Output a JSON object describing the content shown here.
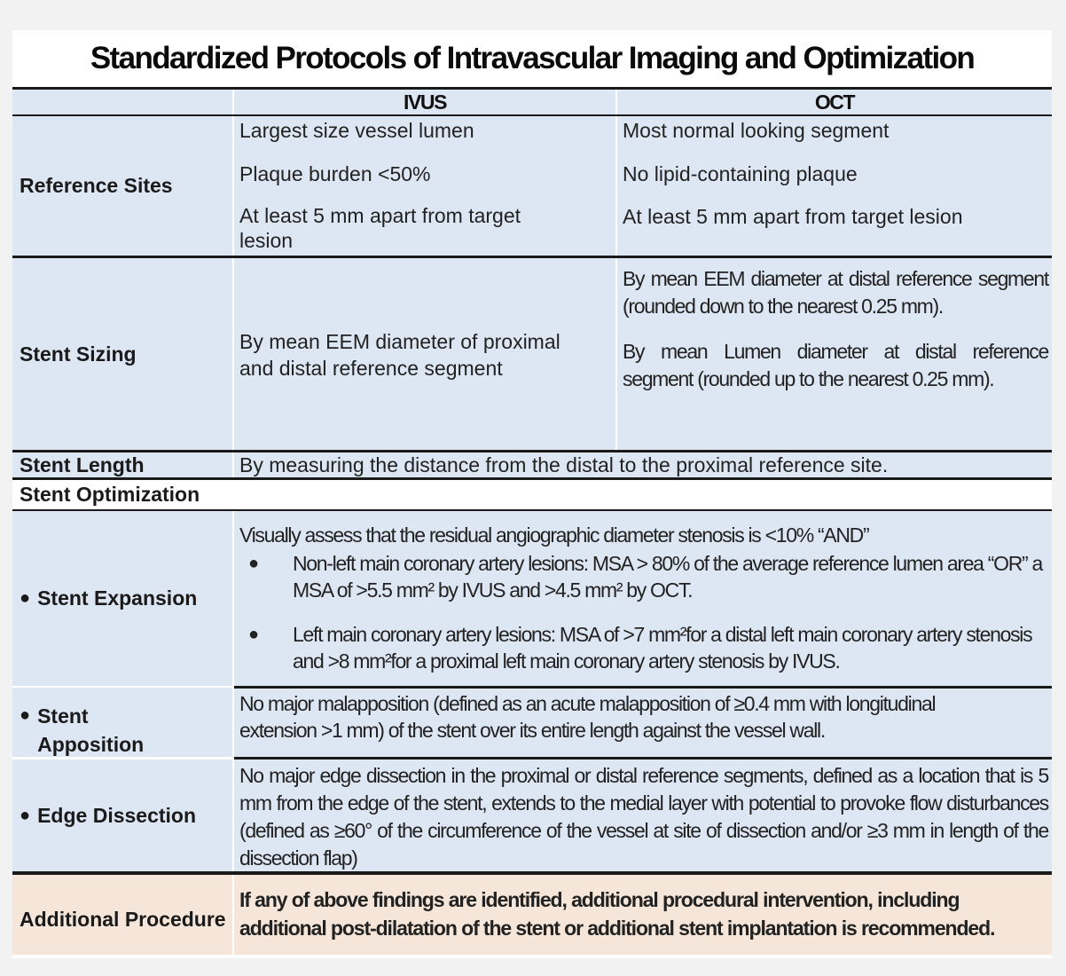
{
  "title": "Standardized Protocols of Intravascular Imaging and Optimization",
  "columns": {
    "ivus": "IVUS",
    "oct": "OCT"
  },
  "reference_sites": {
    "label": "Reference Sites",
    "ivus": [
      "Largest size vessel lumen",
      "Plaque burden <50%",
      "At least 5 mm apart from target lesion"
    ],
    "oct": [
      "Most normal looking segment",
      "No lipid-containing plaque",
      "At least 5 mm apart from target lesion"
    ]
  },
  "stent_sizing": {
    "label": "Stent Sizing",
    "ivus": "By mean EEM diameter of proximal and distal reference segment",
    "oct": [
      "By mean EEM diameter at distal reference segment (rounded down to the nearest 0.25 mm).",
      "By mean Lumen diameter at distal reference segment (rounded up to the nearest 0.25 mm)."
    ]
  },
  "stent_length": {
    "label": "Stent Length",
    "text": "By measuring the distance from the distal to the proximal reference site."
  },
  "stent_optimization": {
    "label": "Stent Optimization"
  },
  "stent_expansion": {
    "label": "Stent Expansion",
    "intro": "Visually assess that the residual angiographic diameter stenosis is <10% “AND”",
    "items": [
      "Non-left main coronary artery lesions: MSA > 80% of the average reference lumen area “OR” a MSA of >5.5 mm² by IVUS and >4.5 mm² by OCT.",
      "Left main coronary artery lesions: MSA of >7 mm²for a distal left main coronary artery stenosis and >8 mm²for a proximal left main coronary artery stenosis by IVUS."
    ]
  },
  "stent_apposition": {
    "label": "Stent Apposition",
    "text": "No major malapposition (defined as an acute malapposition of ≥0.4 mm with longitudinal extension >1 mm) of the stent over its entire length against the vessel wall."
  },
  "edge_dissection": {
    "label": "Edge Dissection",
    "text": "No major edge dissection in the proximal or distal reference segments, defined as a location that is 5 mm from the edge of the stent, extends to the medial layer with potential to provoke flow disturbances (defined as ≥60° of the circumference of the vessel at site of dissection and/or ≥3 mm in length of the dissection flap)"
  },
  "additional_procedure": {
    "label": "Additional Procedure",
    "text": "If any of above findings are identified, additional procedural intervention, including additional post-dilatation of the stent or additional stent implantation is recommended."
  },
  "colors": {
    "row_bg": "#dde6f3",
    "peach_bg": "#f5e6d9",
    "rule": "#1a1a1a"
  }
}
